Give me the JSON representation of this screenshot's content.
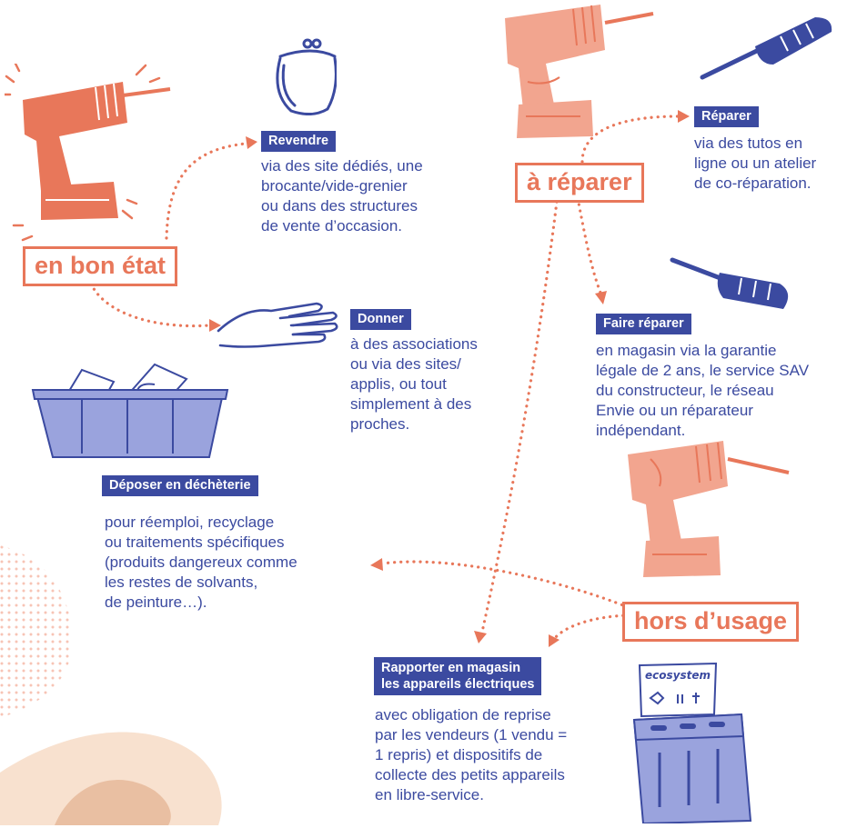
{
  "colors": {
    "orange": "#e8775a",
    "peach": "#f2a58f",
    "navy": "#3b4aa0",
    "lavender": "#9aa3dd"
  },
  "states": {
    "good": "en bon état",
    "repair": "à réparer",
    "broken": "hors d’usage"
  },
  "actions": {
    "revendre": {
      "tag": "Revendre",
      "lines": [
        "via des site dédiés, une",
        "brocante/vide-grenier",
        "ou dans des structures",
        "de vente d’occasion."
      ]
    },
    "donner": {
      "tag": "Donner",
      "lines": [
        "à des associations",
        "ou via des sites/",
        "applis, ou tout",
        "simplement à des",
        "proches."
      ]
    },
    "reparer": {
      "tag": "Réparer",
      "lines": [
        "via des tutos en",
        "ligne ou un atelier",
        "de co-réparation."
      ]
    },
    "faire_reparer": {
      "tag": "Faire réparer",
      "lines": [
        "en magasin via la garantie",
        "légale de 2 ans, le service SAV",
        "du constructeur, le réseau",
        "Envie ou un réparateur",
        "indépendant."
      ]
    },
    "decheterie": {
      "tag": "Déposer en déchèterie",
      "lines": [
        "pour réemploi, recyclage",
        "ou traitements spécifiques",
        "(produits dangereux comme",
        "les restes de solvants,",
        "de peinture…)."
      ]
    },
    "magasin": {
      "tag_lines": [
        "Rapporter en magasin",
        "les appareils électriques"
      ],
      "lines": [
        "avec obligation de reprise",
        "par les vendeurs (1 vendu =",
        "1 repris) et dispositifs de",
        "collecte des petits appareils",
        "en libre-service."
      ]
    }
  },
  "icons": {
    "drill_good": "drill-icon",
    "drill_repair": "drill-icon",
    "drill_broken": "drill-icon",
    "purse": "purse-icon",
    "hand": "open-hand-icon",
    "screwdriver": "screwdriver-icon",
    "container": "dumpster-icon",
    "collection_bin": "collection-bin-icon"
  },
  "bin_label": "ecosystem"
}
